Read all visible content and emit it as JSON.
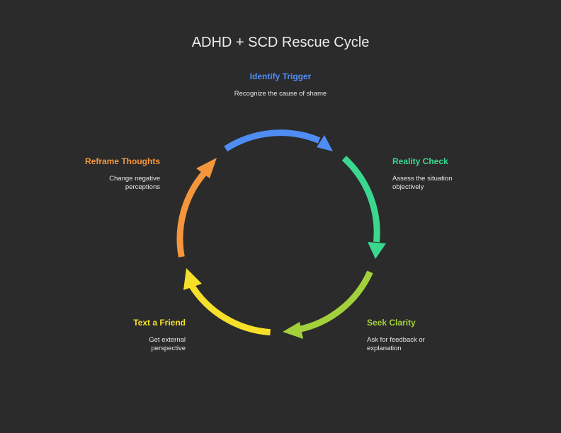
{
  "title": "ADHD + SCD Rescue Cycle",
  "steps": [
    {
      "label": "Identify Trigger",
      "desc": "Recognize the cause of shame",
      "color": "#4f8df5"
    },
    {
      "label": "Reality Check",
      "desc": "Assess the situation objectively",
      "color": "#3ad88f"
    },
    {
      "label": "Seek Clarity",
      "desc": "Ask for feedback or explanation",
      "color": "#a3d13c"
    },
    {
      "label": "Text a Friend",
      "desc": "Get external perspective",
      "color": "#f7e02a"
    },
    {
      "label": "Reframe Thoughts",
      "desc": "Change negative perceptions",
      "color": "#f5963c"
    }
  ]
}
